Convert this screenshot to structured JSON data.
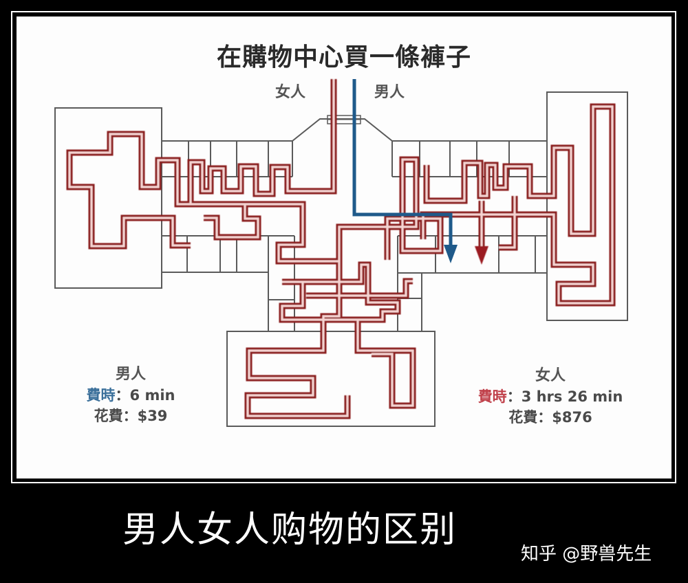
{
  "poster": {
    "title": "在購物中心買一條褲子",
    "legend": {
      "woman_label": "女人",
      "man_label": "男人"
    },
    "colors": {
      "woman_path": "#8b1a1a",
      "man_path": "#1f5a8a",
      "walls": "#555555",
      "background": "#000000",
      "panel": "#fdfdfd"
    },
    "stats": {
      "man": {
        "label": "男人",
        "time_label": "費時",
        "time_value": "6 min",
        "cost_label": "花費",
        "cost_value": "$39"
      },
      "woman": {
        "label": "女人",
        "time_label": "費時",
        "time_value": "3 hrs 26 min",
        "cost_label": "花費",
        "cost_value": "$876"
      }
    },
    "separator": "：",
    "caption": "男人女人购物的区别",
    "watermark": "知乎 @野兽先生"
  }
}
